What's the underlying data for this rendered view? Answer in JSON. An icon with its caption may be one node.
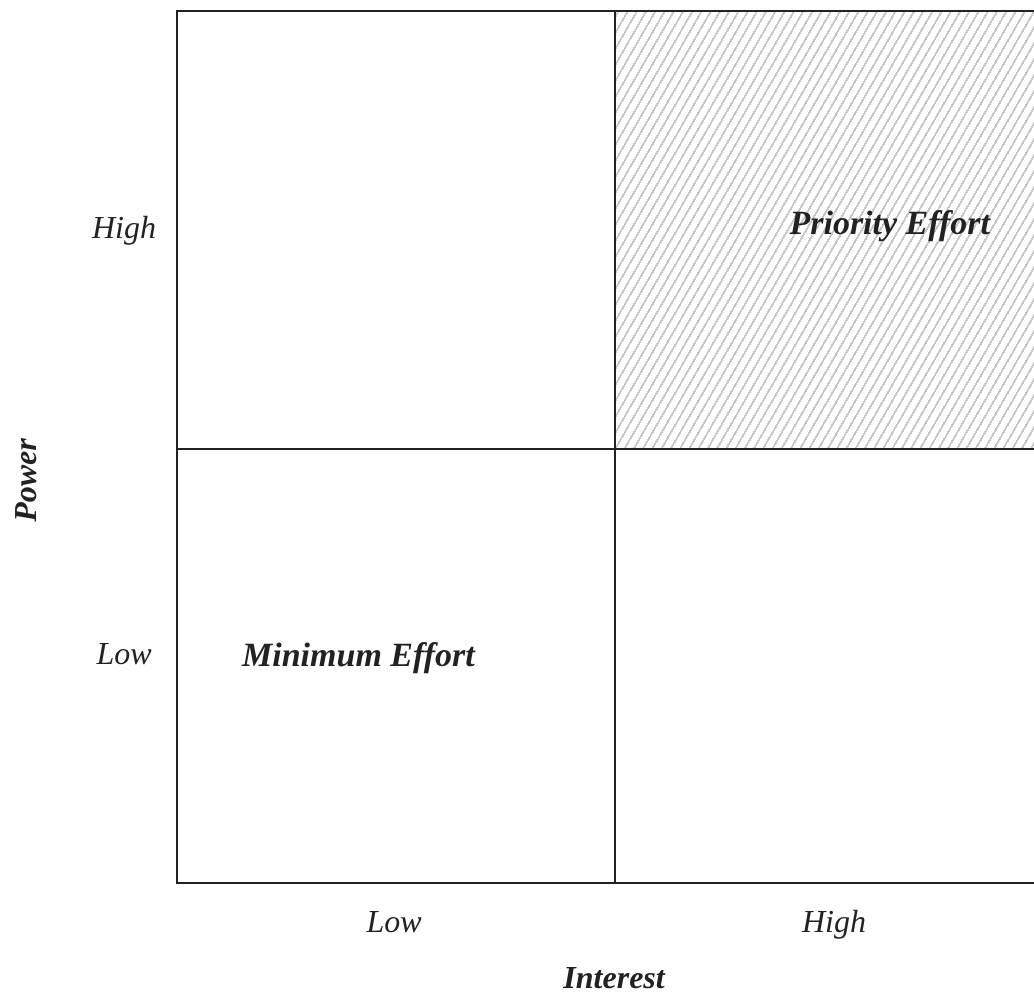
{
  "diagram": {
    "nodes": [
      {
        "text": [],
        "shape": "box"
      },
      {
        "text": [
          "Priority Effort"
        ]
      },
      {
        "text": [
          "Minimum Effort"
        ]
      },
      {
        "text": [],
        "shape": "box"
      }
    ],
    "edges": [],
    "labels": [
      "High",
      "Power",
      "Low",
      "Low",
      "High",
      "Interest"
    ]
  }
}
